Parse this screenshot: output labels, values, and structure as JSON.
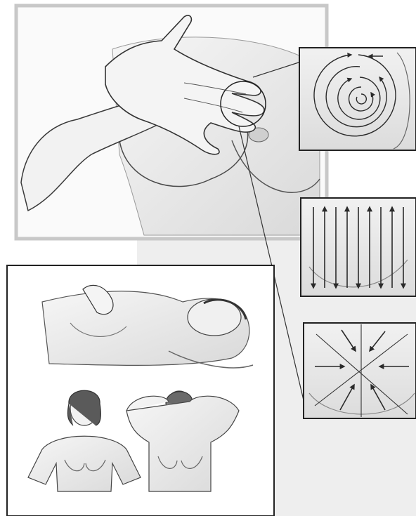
{
  "illustration": {
    "main_panel": {
      "subject": "hand-palpation-overview"
    },
    "inset_patterns": [
      {
        "pattern": "circular-spiral"
      },
      {
        "pattern": "vertical-strip"
      },
      {
        "pattern": "radial-wedge"
      }
    ],
    "lower_panel": {
      "subjects": [
        "lying-down-exam",
        "mirror-hands-on-hips",
        "mirror-arms-raised"
      ]
    }
  },
  "colors": {
    "panel_border": "#c8c8c8",
    "frame": "#222222",
    "background_shade": "#ececec",
    "skin": "#e9e9e9",
    "line": "#3a3a3a"
  }
}
